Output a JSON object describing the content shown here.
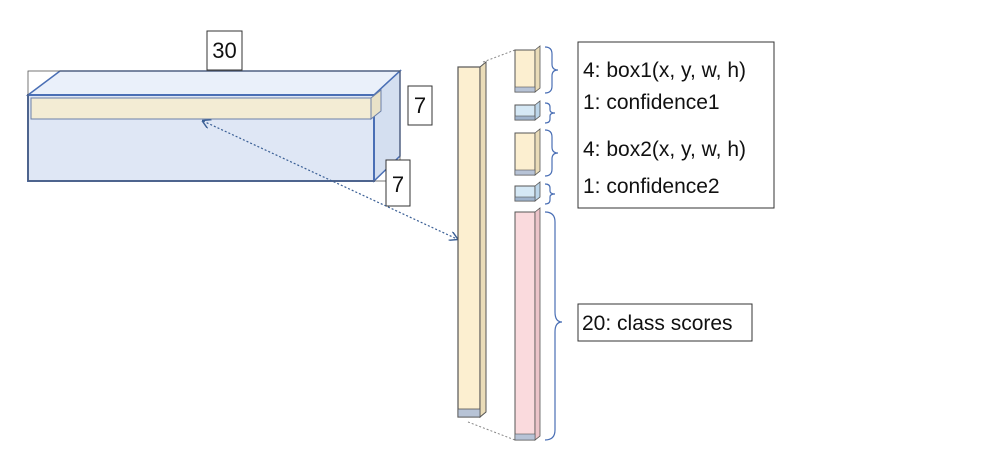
{
  "dimensions": {
    "width_label": "30",
    "height_label": "7",
    "depth_label": "7"
  },
  "vector_breakdown": [
    {
      "label": "4: box1(x, y, w, h)",
      "kind": "box"
    },
    {
      "label": "1: confidence1",
      "kind": "confidence"
    },
    {
      "label": "4: box2(x, y, w, h)",
      "kind": "box"
    },
    {
      "label": "1: confidence2",
      "kind": "confidence"
    },
    {
      "label": "20: class scores",
      "kind": "class"
    }
  ],
  "colors": {
    "tensor_fill": "#dfe7f5",
    "tensor_stroke": "#4a6fb5",
    "slice_fill": "#f3ecd4",
    "box_fill": "#fcefd0",
    "confidence_fill": "#d5e8f5",
    "class_fill": "#fadadd",
    "label_box_stroke": "#333333",
    "arrow": "#3a5f95"
  }
}
